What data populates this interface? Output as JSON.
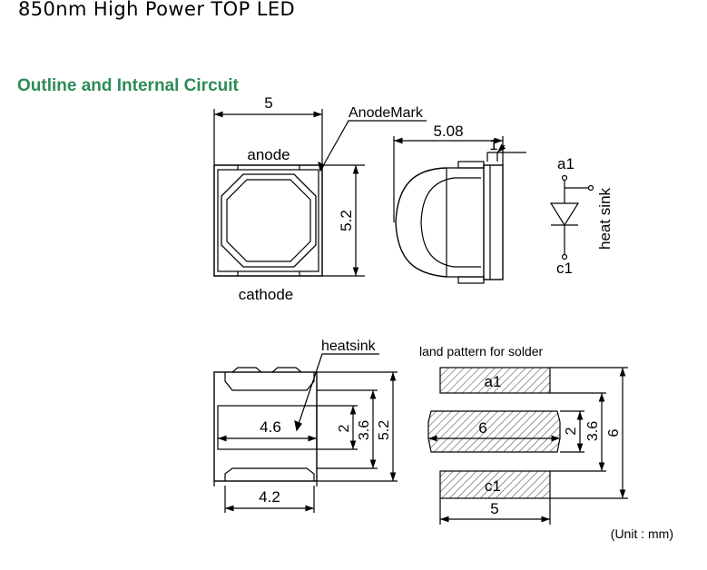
{
  "document": {
    "title": "850nm High Power TOP LED",
    "section_title": "Outline and Internal Circuit"
  },
  "colors": {
    "section_title": "#2e8b57",
    "lines": "#000000",
    "hatch": "#555555"
  },
  "outline_top": {
    "width_dim": "5",
    "height_dim": "5.2",
    "anode_label": "anode",
    "cathode_label": "cathode",
    "anode_mark_label": "AnodeMark"
  },
  "outline_side": {
    "depth_dim": "5.08",
    "lens_dim": "1"
  },
  "circuit": {
    "anode_pin": "a1",
    "cathode_pin": "c1",
    "heatsink_label": "heat sink"
  },
  "outline_bottom": {
    "heatsink_label": "heatsink",
    "heatsink_width_dim": "4.6",
    "pad_width_dim": "4.2",
    "dim_2": "2",
    "dim_3_6": "3.6",
    "dim_5_2": "5.2"
  },
  "land_pattern": {
    "title": "land pattern for solder",
    "pad_a_label": "a1",
    "pad_center_label": "6",
    "pad_c_label": "c1",
    "width_dim": "5",
    "dim_2": "2",
    "dim_3_6": "3.6",
    "dim_6": "6"
  },
  "unit_note": "(Unit : mm)"
}
